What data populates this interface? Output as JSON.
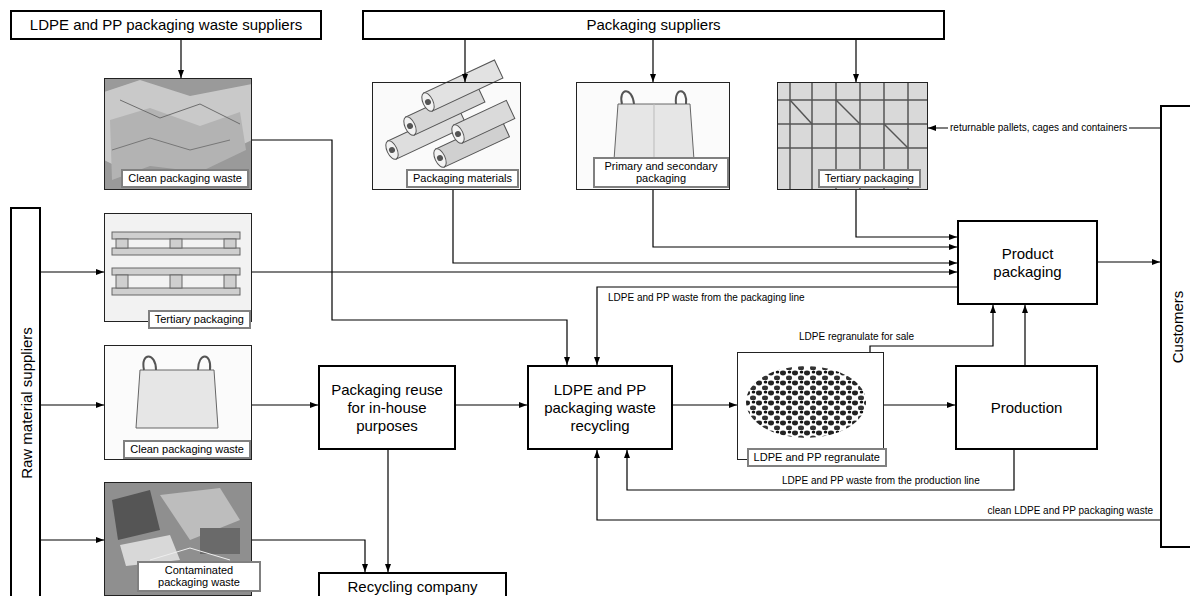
{
  "diagram": {
    "nodes": [
      {
        "text": [
          "LDPE and PP packaging waste suppliers"
        ]
      },
      {
        "text": [
          "Packaging suppliers"
        ]
      },
      {
        "text": [
          "Clean packaging waste"
        ]
      },
      {
        "text": [
          "Packaging materials"
        ]
      },
      {
        "text": [
          "Primary and secondary packaging"
        ]
      },
      {
        "text": [
          "Tertiary packaging"
        ]
      },
      {
        "text": [
          "Raw material suppliers"
        ]
      },
      {
        "text": [
          "Tertiary packaging"
        ]
      },
      {
        "text": [
          "Product packaging"
        ]
      },
      {
        "text": [
          "Customers"
        ]
      },
      {
        "text": [
          "Clean packaging waste"
        ]
      },
      {
        "text": [
          "Packaging reuse for in-house purposes"
        ]
      },
      {
        "text": [
          "LDPE and PP packaging waste recycling"
        ]
      },
      {
        "text": [
          "LDPE and PP regranulate"
        ]
      },
      {
        "text": [
          "Production"
        ]
      },
      {
        "text": [
          "Contaminated packaging waste"
        ]
      },
      {
        "text": [
          "Recycling company"
        ]
      }
    ],
    "edges": [
      {
        "from": 0,
        "to": 2,
        "arrow": "to"
      },
      {
        "from": 1,
        "to": 3,
        "arrow": "to"
      },
      {
        "from": 1,
        "to": 4,
        "arrow": "to"
      },
      {
        "from": 1,
        "to": 5,
        "arrow": "to"
      },
      {
        "from": 9,
        "to": 5,
        "label": "returnable pallets, cages and containers",
        "arrow": "to"
      },
      {
        "from": 2,
        "to": 12,
        "arrow": "to"
      },
      {
        "from": 3,
        "to": 8,
        "arrow": "to"
      },
      {
        "from": 4,
        "to": 8,
        "arrow": "to"
      },
      {
        "from": 5,
        "to": 8,
        "arrow": "to"
      },
      {
        "from": 7,
        "to": 8,
        "arrow": "to"
      },
      {
        "from": 6,
        "to": 7,
        "arrow": "to"
      },
      {
        "from": 6,
        "to": 10,
        "arrow": "to"
      },
      {
        "from": 6,
        "to": 15,
        "arrow": "to"
      },
      {
        "from": 8,
        "to": 12,
        "label": "LDPE and PP waste from the packaging line",
        "arrow": "to"
      },
      {
        "from": 13,
        "to": 8,
        "label": "LDPE regranulate for sale",
        "arrow": "to"
      },
      {
        "from": 14,
        "to": 8,
        "arrow": "to"
      },
      {
        "from": 8,
        "to": 9,
        "arrow": "to"
      },
      {
        "from": 10,
        "to": 11,
        "arrow": "to"
      },
      {
        "from": 11,
        "to": 12,
        "arrow": "to"
      },
      {
        "from": 12,
        "to": 13,
        "arrow": "to"
      },
      {
        "from": 13,
        "to": 14,
        "arrow": "to"
      },
      {
        "from": 14,
        "to": 12,
        "label": "LDPE and PP waste from the production line",
        "arrow": "to"
      },
      {
        "from": 9,
        "to": 12,
        "label": "clean LDPE and PP packaging waste",
        "arrow": "to"
      },
      {
        "from": 11,
        "to": 16,
        "arrow": "to"
      },
      {
        "from": 15,
        "to": 16,
        "arrow": "to"
      }
    ]
  }
}
